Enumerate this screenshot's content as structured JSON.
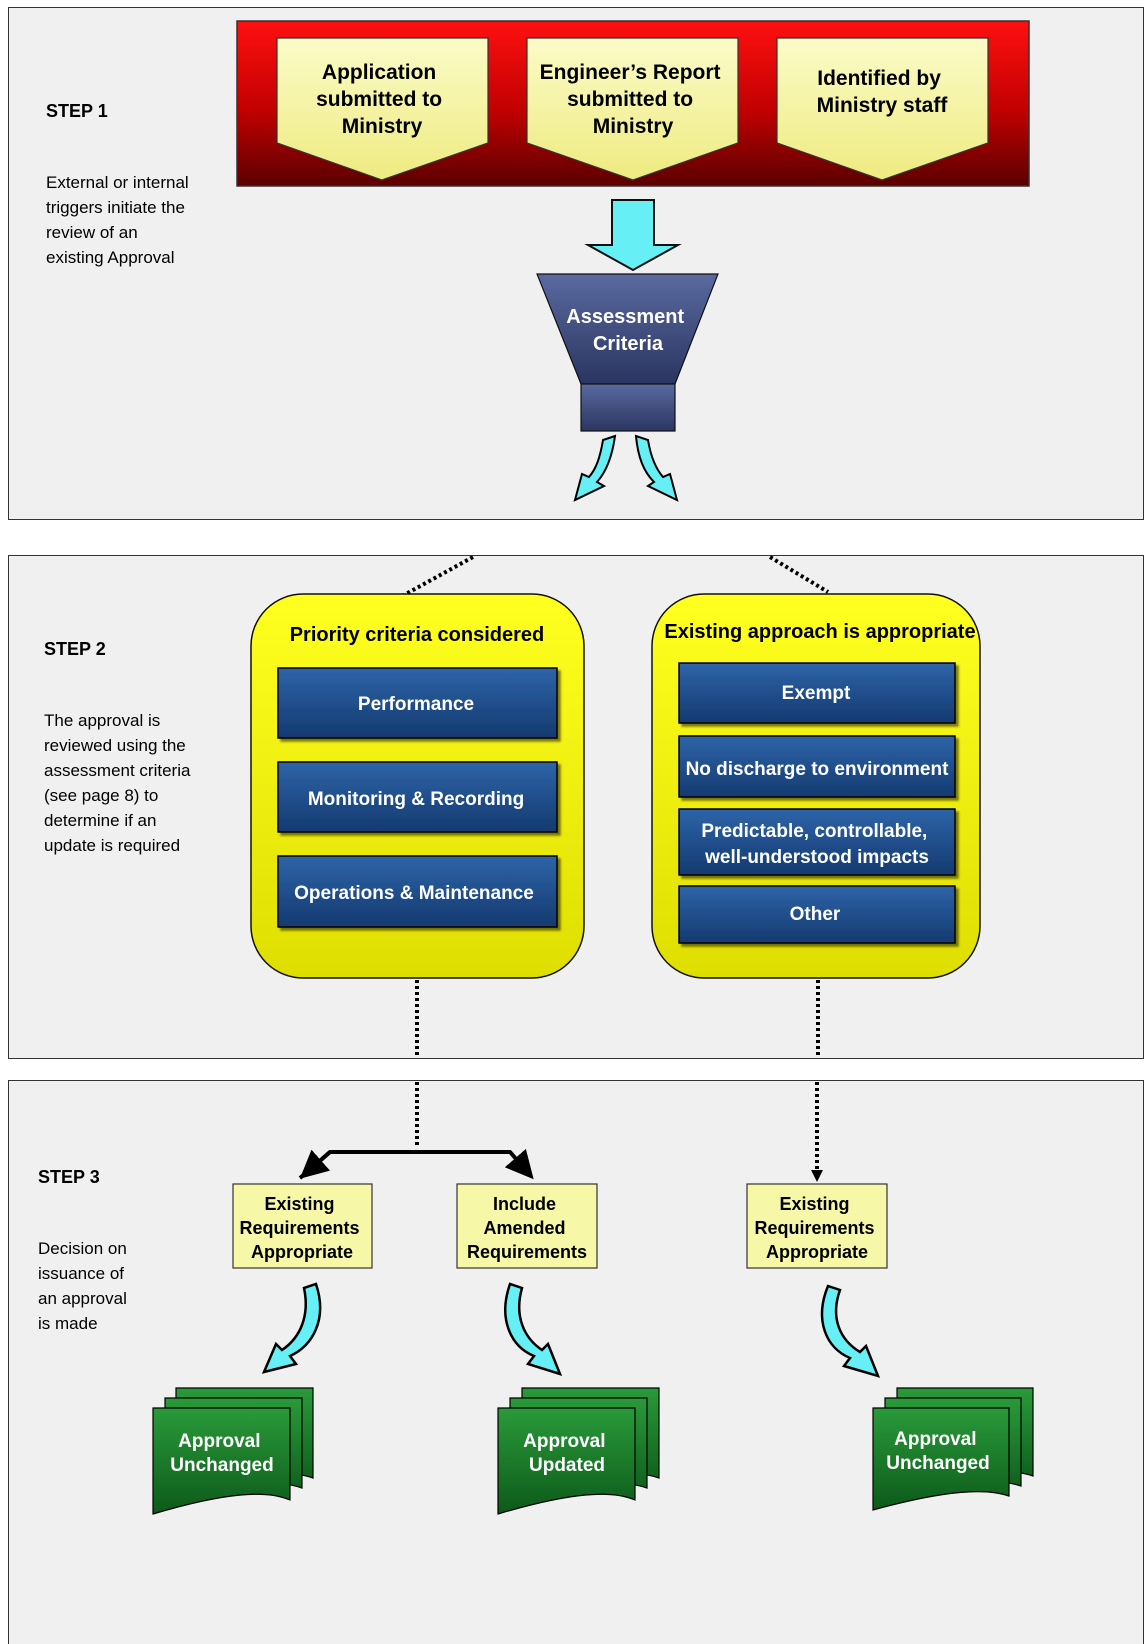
{
  "step1": {
    "title": "STEP 1",
    "description": [
      "External or internal",
      "triggers initiate the",
      "review of an",
      "existing Approval"
    ],
    "triggers": [
      [
        "Application",
        "submitted to",
        "Ministry"
      ],
      [
        "Engineer’s Report",
        "submitted to",
        "Ministry"
      ],
      [
        "Identified by",
        "Ministry staff"
      ]
    ],
    "funnel_label": [
      "Assessment",
      "Criteria"
    ]
  },
  "step2": {
    "title": "STEP 2",
    "description": [
      "The approval is",
      "reviewed using the",
      "assessment criteria",
      "(see page 8) to",
      "determine if an",
      "update is required"
    ],
    "left_box": {
      "title": "Priority criteria considered",
      "items": [
        [
          "Performance"
        ],
        [
          "Monitoring & Recording"
        ],
        [
          "Operations & Maintenance"
        ]
      ]
    },
    "right_box": {
      "title": "Existing approach is appropriate",
      "items": [
        [
          "Exempt"
        ],
        [
          "No discharge to environment"
        ],
        [
          "Predictable, controllable,",
          "well-understood impacts"
        ],
        [
          "Other"
        ]
      ]
    }
  },
  "step3": {
    "title": "STEP 3",
    "description": [
      "Decision on",
      "issuance of",
      "an approval",
      "is made"
    ],
    "decisions": [
      [
        "Existing",
        "Requirements",
        "Appropriate"
      ],
      [
        "Include",
        "Amended",
        "Requirements"
      ],
      [
        "Existing",
        "Requirements",
        "Appropriate"
      ]
    ],
    "outcomes": [
      [
        "Approval",
        "Unchanged"
      ],
      [
        "Approval",
        "Updated"
      ],
      [
        "Approval",
        "Unchanged"
      ]
    ]
  },
  "colors": {
    "trigger_band_top": "#e00000",
    "trigger_band_bottom": "#6a0000",
    "trigger_box": "#f5f3a0",
    "funnel": "#3a4a7a",
    "criteria_box": "#f7f700",
    "item_box": "#1f4e88",
    "decision_box": "#f6f8a8",
    "document": "#1e7a2e",
    "arrow": "#66f0f5",
    "panel_bg": "#f0f0f0"
  }
}
